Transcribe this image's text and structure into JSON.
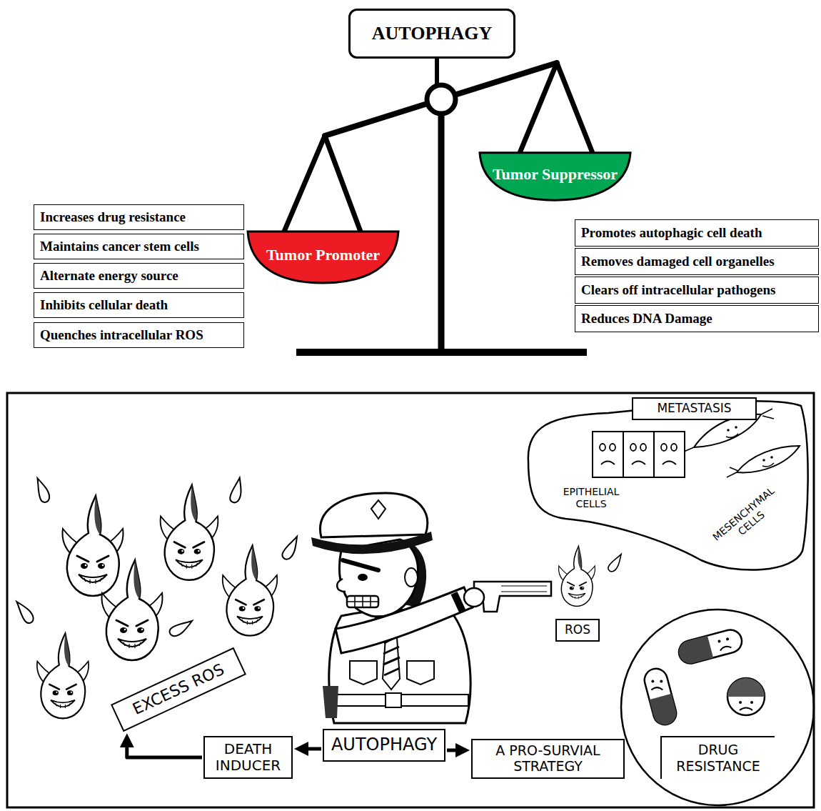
{
  "diagram": {
    "nodes": [
      {
        "text": [
          "AUTOPHAGY"
        ]
      },
      {
        "text": [
          "Tumor Promoter"
        ]
      },
      {
        "text": [
          "Tumor Suppressor"
        ]
      },
      {
        "text": [
          "Increases drug resistance"
        ]
      },
      {
        "text": [
          "Maintains cancer stem cells"
        ]
      },
      {
        "text": [
          "Alternate energy source"
        ]
      },
      {
        "text": [
          "Inhibits cellular death"
        ]
      },
      {
        "text": [
          "Quenches intracellular ROS"
        ]
      },
      {
        "text": [
          "Promotes autophagic cell death"
        ]
      },
      {
        "text": [
          "Removes damaged cell organelles"
        ]
      },
      {
        "text": [
          "Clears off intracellular pathogens"
        ]
      },
      {
        "text": [
          "Reduces DNA Damage"
        ]
      },
      {
        "text": [
          "EPITHELIAL CELLS",
          "MESENCHYMAL CELLS"
        ]
      },
      {
        "text": [
          "METASTASIS"
        ],
        "in": 12
      },
      {
        "text": [
          "ROS"
        ]
      },
      {
        "text": [
          "EXCESS ROS"
        ]
      },
      {
        "text": [
          "DEATH INDUCER"
        ]
      },
      {
        "text": [
          "AUTOPHAGY"
        ]
      },
      {
        "text": [
          "A PRO-SURVIAL STRATEGY"
        ]
      },
      {
        "text": [
          "DRUG RESISTANCE"
        ]
      }
    ],
    "edges": [
      {
        "from": 17,
        "to": 16,
        "arrow": "to"
      },
      {
        "from": 17,
        "to": 18,
        "arrow": "to"
      },
      {
        "from": 16,
        "to": 15,
        "arrow": "to"
      }
    ]
  }
}
